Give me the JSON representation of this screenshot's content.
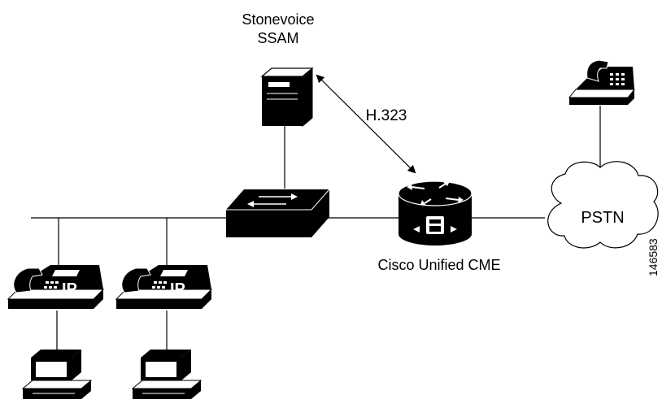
{
  "labels": {
    "server_line1": "Stonevoice",
    "server_line2": "SSAM",
    "protocol": "H.323",
    "router": "Cisco Unified CME",
    "cloud": "PSTN",
    "figure_id": "146583"
  },
  "devices": {
    "ip_phone_badge": "IP"
  },
  "colors": {
    "ink": "#000000",
    "paper": "#ffffff"
  }
}
